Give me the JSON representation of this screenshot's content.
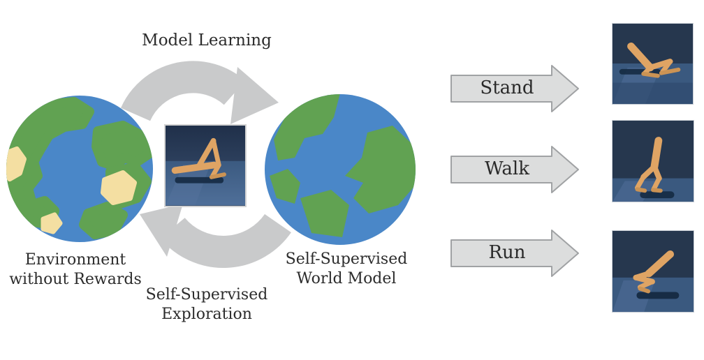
{
  "figure": {
    "loop": {
      "top_arrow_label": "Model Learning",
      "bottom_arrow_label": [
        "Self-Supervised",
        "Exploration"
      ],
      "left_node_label": [
        "Environment",
        "without Rewards"
      ],
      "right_node_label": [
        "Self-Supervised",
        "World Model"
      ]
    },
    "tasks": [
      {
        "label": "Stand"
      },
      {
        "label": "Walk"
      },
      {
        "label": "Run"
      }
    ],
    "icons": {
      "left_globe": "earth-globe-icon",
      "right_globe": "world-model-globe-icon",
      "center_image": "walker-exploration-frame",
      "task_images": [
        "walker-stand-frame",
        "walker-walk-frame",
        "walker-run-frame"
      ]
    },
    "colors": {
      "text": "#2c2c2c",
      "curved_arrow": "#c9cacb",
      "task_arrow_fill": "#dcdddd",
      "task_arrow_border": "#a0a2a4",
      "globe_blue": "#4a87c8",
      "globe_green": "#61a252",
      "globe_sand": "#f4dfa2",
      "scene_sky": "#263750",
      "scene_floor": "#3a597f",
      "scene_floor_light": "#4e6d96",
      "walker_body": "#dfa464",
      "walker_shadow": "#152a42"
    }
  }
}
